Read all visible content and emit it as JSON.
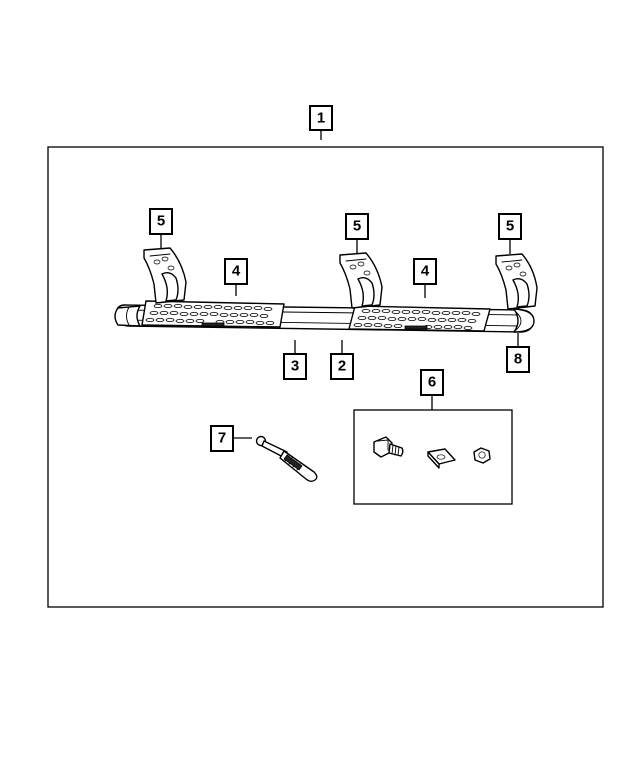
{
  "callouts": {
    "kit": "1",
    "step_bar": "2",
    "step_bar_body": "3",
    "step_pad_left": "4",
    "step_pad_right": "4",
    "bracket_left": "5",
    "bracket_middle": "5",
    "bracket_right": "5",
    "hardware_kit": "6",
    "tool": "7",
    "end_cap": "8"
  }
}
